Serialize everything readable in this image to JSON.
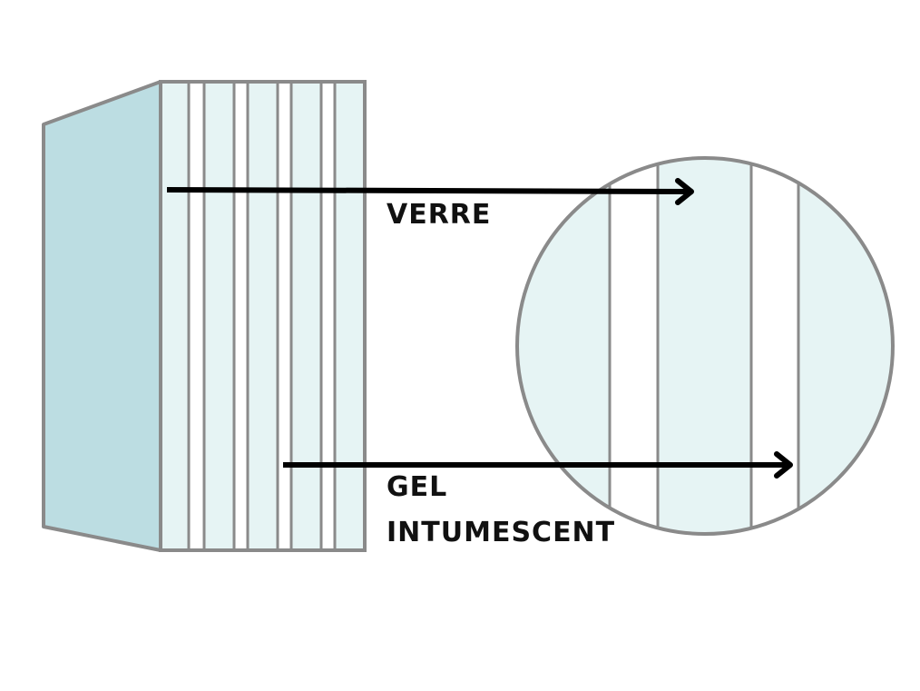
{
  "labels": {
    "glass": "VERRE",
    "gel_line1": "GEL",
    "gel_line2": "INTUMESCENT"
  },
  "colors": {
    "outline": "#8a8a8a",
    "side_face": "#bcdde2",
    "glass_fill": "#e6f4f4",
    "gel_fill": "#ffffff",
    "arrow": "#000000",
    "text": "#111111"
  }
}
